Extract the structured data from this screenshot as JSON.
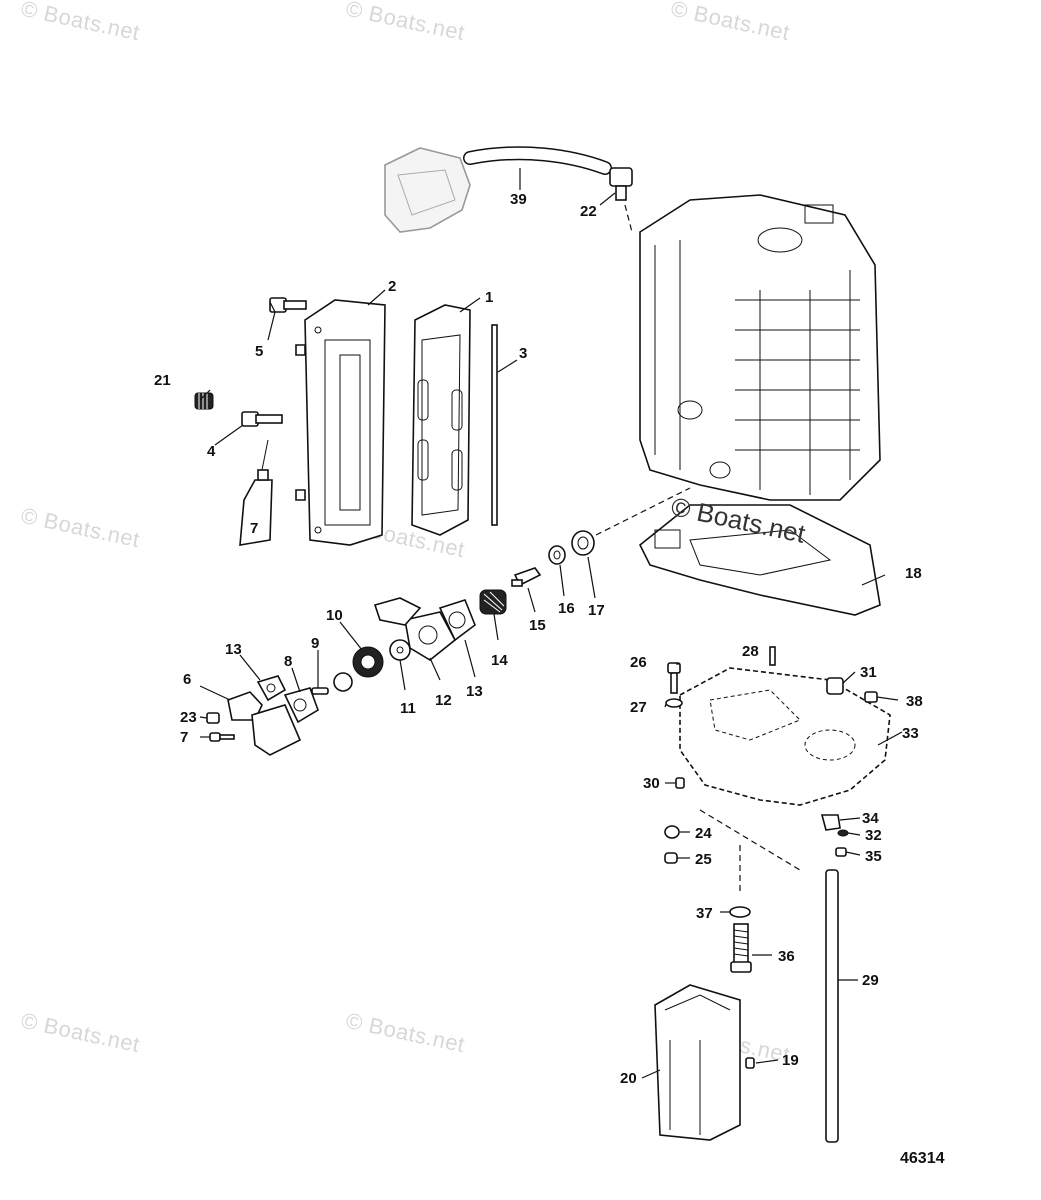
{
  "watermark": {
    "text": "© Boats.net",
    "center_text": "© Boats.net"
  },
  "diagram": {
    "id": "46314",
    "callouts": {
      "p1": "1",
      "p2": "2",
      "p3": "3",
      "p4": "4",
      "p5": "5",
      "p6": "6",
      "p7a": "7",
      "p7b": "7",
      "p8": "8",
      "p9": "9",
      "p10": "10",
      "p11": "11",
      "p12": "12",
      "p13a": "13",
      "p13b": "13",
      "p14": "14",
      "p15": "15",
      "p16": "16",
      "p17": "17",
      "p18": "18",
      "p19": "19",
      "p20": "20",
      "p21": "21",
      "p22": "22",
      "p23": "23",
      "p24": "24",
      "p25": "25",
      "p26": "26",
      "p27": "27",
      "p28": "28",
      "p29": "29",
      "p30": "30",
      "p31": "31",
      "p32": "32",
      "p33": "33",
      "p34": "34",
      "p35": "35",
      "p36": "36",
      "p37": "37",
      "p38": "38",
      "p39": "39"
    }
  }
}
